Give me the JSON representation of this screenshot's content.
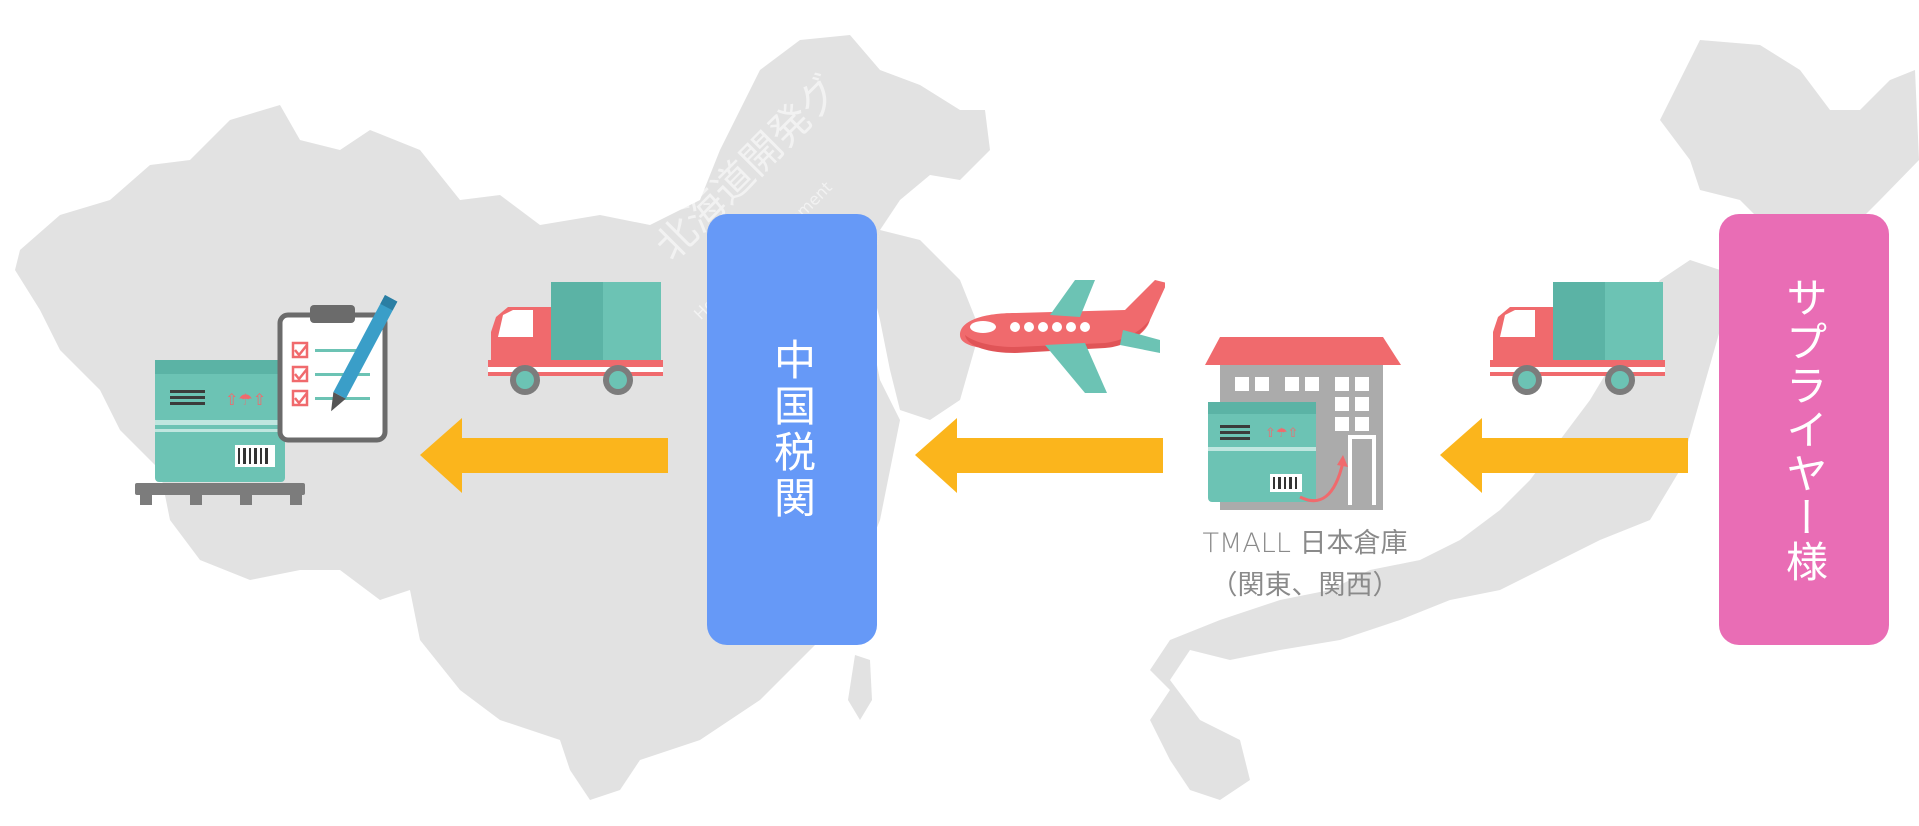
{
  "nodes": {
    "customs": {
      "label": "中国税関",
      "color": "#6699f7"
    },
    "supplier": {
      "label": "サプライヤー様",
      "color": "#e96db5"
    },
    "warehouse": {
      "line1": "TMALL 日本倉庫",
      "line2": "（関東、関西）"
    }
  },
  "watermark": {
    "line1": "北海道開発グ",
    "line2": "Hokkaido Development"
  },
  "colors": {
    "map": "#e2e2e2",
    "arrow": "#fbb51c",
    "teal": "#6cc3b4",
    "teal_dark": "#5bb3a5",
    "red": "#f06a6d"
  },
  "icons": [
    "clipboard-icon",
    "pallet-box-icon",
    "truck-icon",
    "airplane-icon",
    "warehouse-icon"
  ]
}
